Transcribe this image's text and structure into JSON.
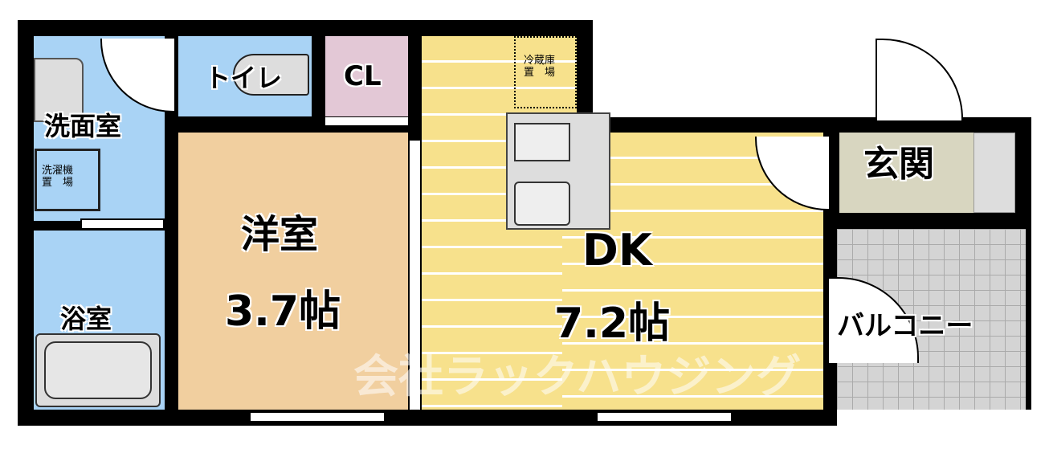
{
  "rooms": {
    "washroom": {
      "label": "洗面室",
      "color": "#a9d3f5"
    },
    "washer_space": {
      "line1": "洗濯機",
      "line2": "置　場"
    },
    "bathroom": {
      "label": "浴室",
      "color": "#a9d3f5"
    },
    "toilet": {
      "label": "トイレ",
      "color": "#a9d3f5"
    },
    "closet": {
      "label": "CL",
      "color": "#e3c8d6"
    },
    "western_room": {
      "label": "洋室",
      "size": "3.7帖",
      "color": "#f1cf9f"
    },
    "dining_kitchen": {
      "label": "DK",
      "size": "7.2帖",
      "color": "#f7e18c"
    },
    "fridge_space": {
      "line1": "冷蔵庫",
      "line2": "置　場"
    },
    "entrance": {
      "label": "玄関",
      "color": "#d8d6c0"
    },
    "balcony": {
      "label": "バルコニー",
      "color": "#d4d4d4"
    }
  },
  "watermark": "会社ラックハウジング"
}
